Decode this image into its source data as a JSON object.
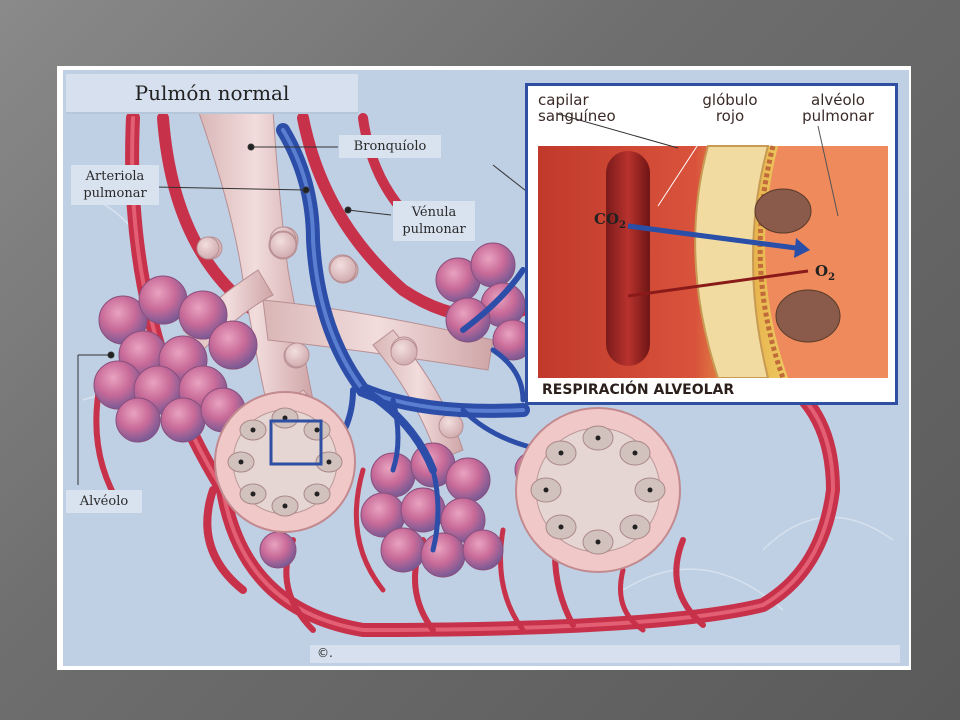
{
  "title": "Pulmón normal",
  "labels": {
    "bronquiolo": "Bronquíolo",
    "arteriola": "Arteriola pulmonar",
    "venula": "Vénula pulmonar",
    "alveolo": "Alvéolo"
  },
  "inset": {
    "capilar": "capilar sanguíneo",
    "globulo": "glóbulo rojo",
    "alveolo_pulmonar": "alvéolo pulmonar",
    "co2": "CO",
    "co2_sub": "2",
    "o2": "O",
    "o2_sub": "2",
    "caption": "RESPIRACIÓN ALVEOLAR"
  },
  "footer": "©."
}
